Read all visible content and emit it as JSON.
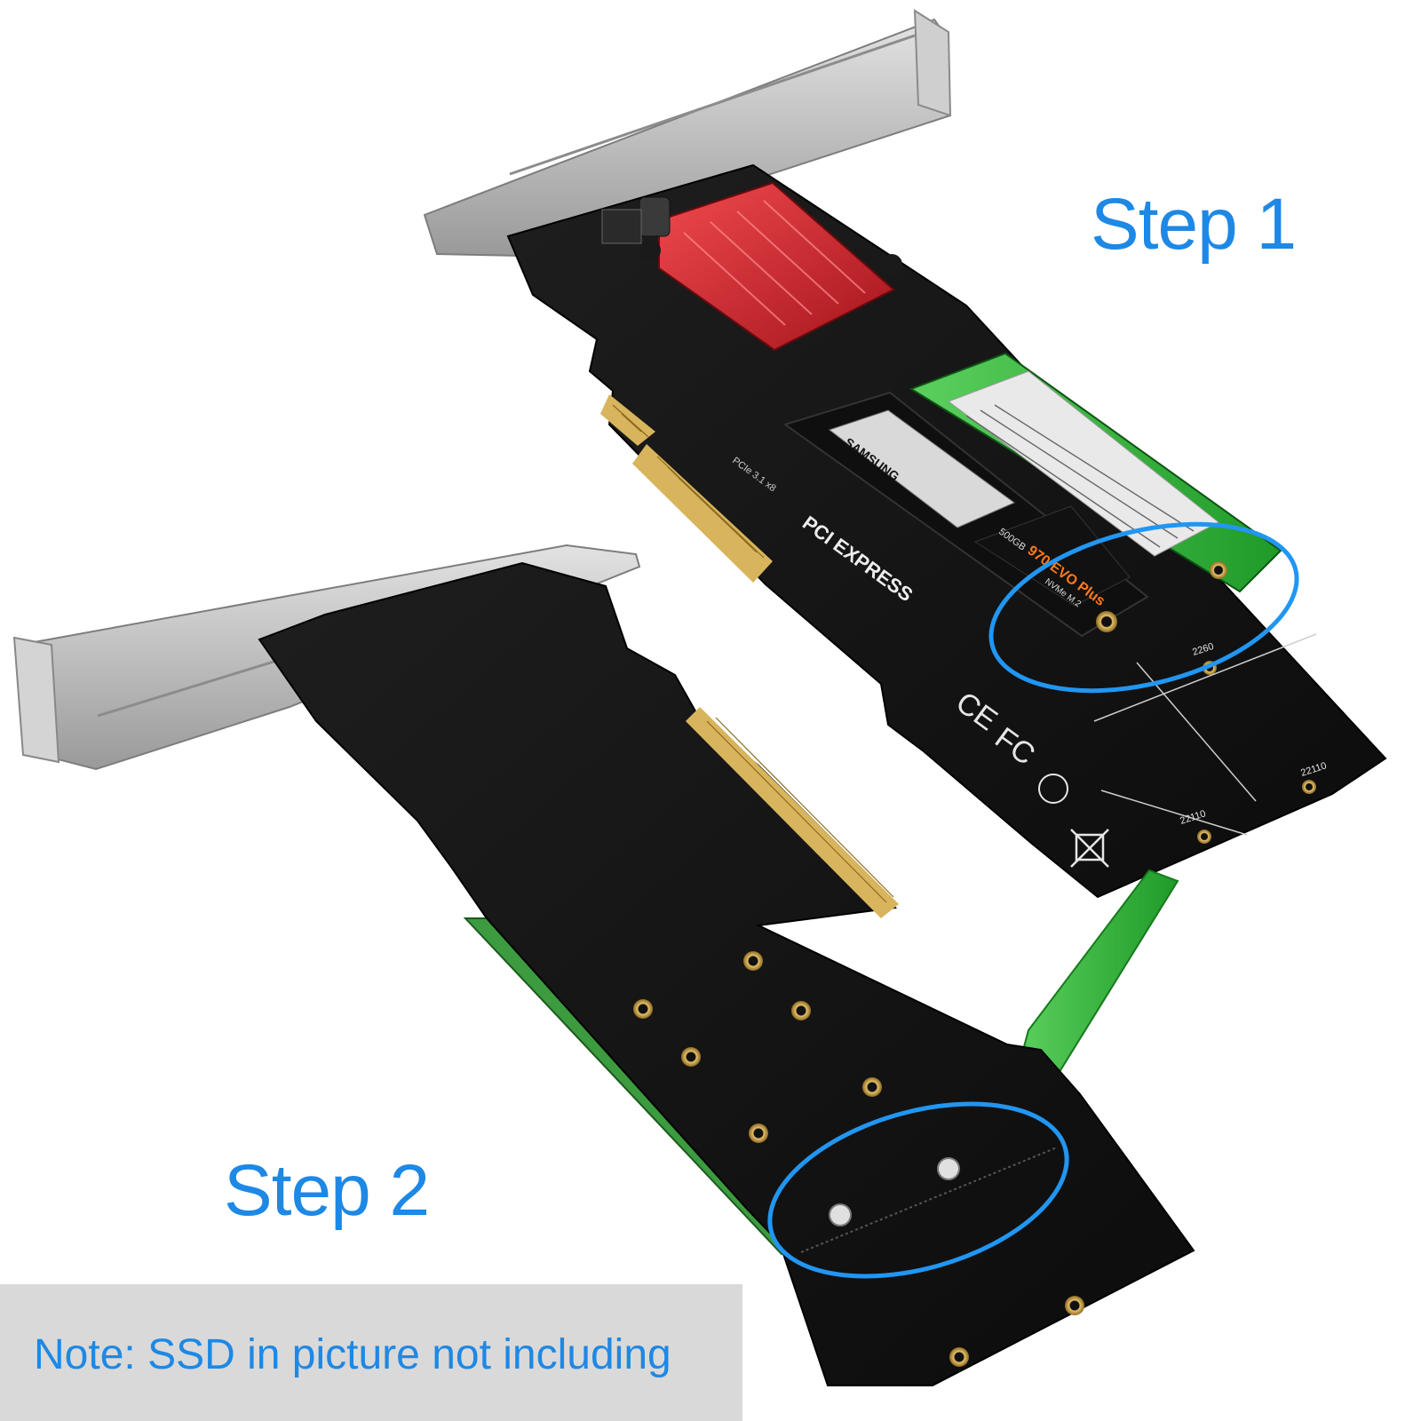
{
  "steps": {
    "step1": "Step 1",
    "step2": "Step 2"
  },
  "note": "Note: SSD in picture not including",
  "card_markings": {
    "brand": "SAMSUNG",
    "ssd_model": "970 EVO Plus",
    "ssd_capacity": "500GB",
    "ssd_type": "NVMe M.2",
    "pcie_logo": "PCI EXPRESS",
    "pcie_spec": "PCIe 3.1 x8",
    "slot_2260": "2260",
    "slot_22110": "22110",
    "cert_ce": "CE",
    "cert_fc": "FC"
  },
  "colors": {
    "label_blue": "#1e88e5",
    "circle_blue": "#2196f3",
    "band_gray": "#d9d9d9",
    "pcb_black": "#141414",
    "heatsink_red": "#d8222c",
    "gold": "#c9a24a",
    "ssd_green": "#2f8f3c",
    "screwdriver_green": "#39c23f",
    "bracket_silver": "#b9b9b9"
  }
}
